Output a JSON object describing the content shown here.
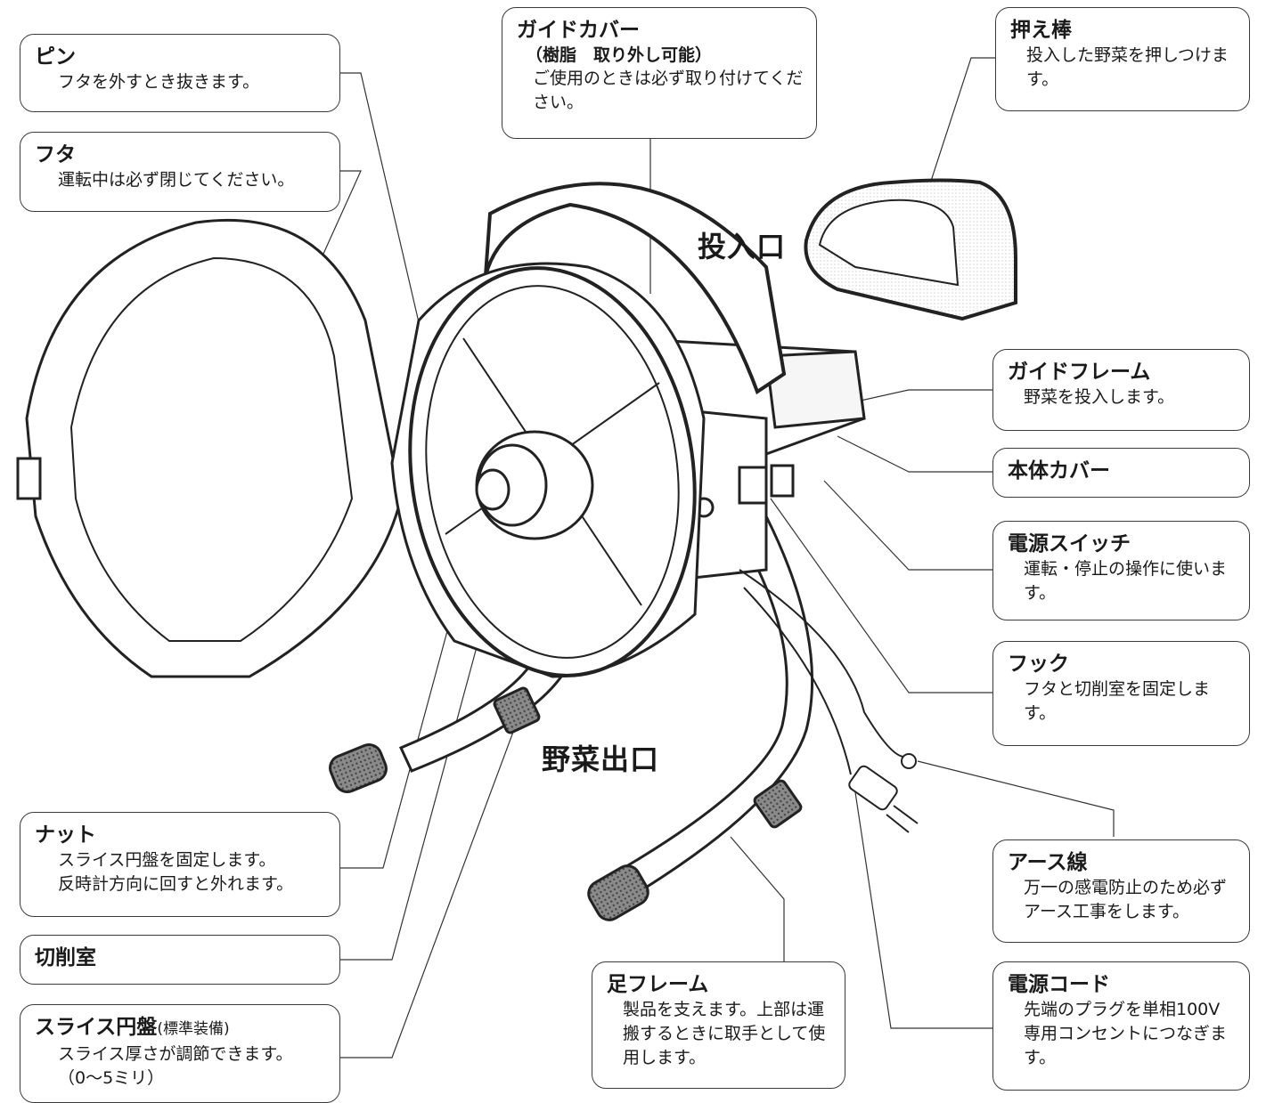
{
  "labels": {
    "inlet": "投入口",
    "outlet": "野菜出口"
  },
  "callouts": {
    "pin": {
      "title": "ピン",
      "desc": "フタを外すとき抜きます。"
    },
    "lid": {
      "title": "フタ",
      "desc": "運転中は必ず閉じてください。"
    },
    "guide_cover": {
      "title": "ガイドカバー",
      "subtitle": "（樹脂　取り外し可能）",
      "desc": "ご使用のときは必ず取り付けてください。"
    },
    "pusher": {
      "title": "押え棒",
      "desc": "投入した野菜を押しつけます。"
    },
    "guide_frame": {
      "title": "ガイドフレーム",
      "desc": "野菜を投入します。"
    },
    "body_cover": {
      "title": "本体カバー"
    },
    "power_switch": {
      "title": "電源スイッチ",
      "desc": "運転・停止の操作に使います。"
    },
    "hook": {
      "title": "フック",
      "desc": "フタと切削室を固定します。"
    },
    "nut": {
      "title": "ナット",
      "desc1": "スライス円盤を固定します。",
      "desc2": "反時計方向に回すと外れます。"
    },
    "cutting_chamber": {
      "title": "切削室"
    },
    "slice_disc": {
      "title": "スライス円盤",
      "title_note": "(標準装備)",
      "desc1": "スライス厚さが調節できます。",
      "desc2": "（0〜5ミリ）"
    },
    "earth_wire": {
      "title": "アース線",
      "desc": "万一の感電防止のため必ずアース工事をします。"
    },
    "leg_frame": {
      "title": "足フレーム",
      "desc": "製品を支えます。上部は運搬するときに取手として使用します。"
    },
    "power_cord": {
      "title": "電源コード",
      "desc": "先端のプラグを単相100V専用コンセントにつなぎます。"
    }
  }
}
